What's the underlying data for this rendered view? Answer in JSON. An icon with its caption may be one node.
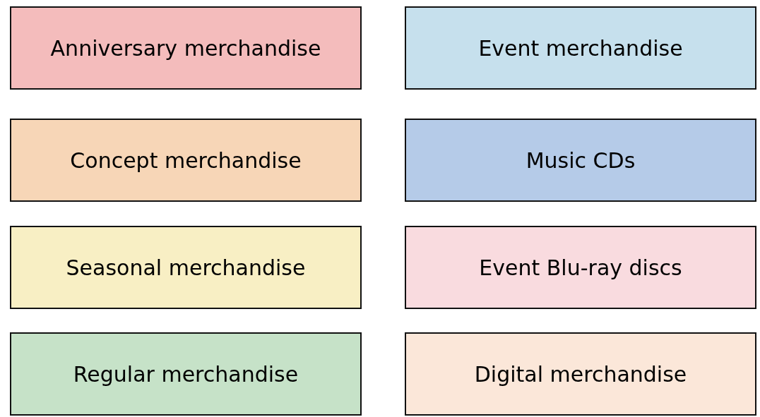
{
  "diagram": {
    "nodes": [
      {
        "text": [
          "Anniversary merchandise"
        ]
      },
      {
        "text": [
          "Event merchandise"
        ]
      },
      {
        "text": [
          "Concept merchandise"
        ]
      },
      {
        "text": [
          "Music CDs"
        ]
      },
      {
        "text": [
          "Seasonal merchandise"
        ]
      },
      {
        "text": [
          "Event Blu-ray discs"
        ]
      },
      {
        "text": [
          "Regular merchandise"
        ]
      },
      {
        "text": [
          "Digital merchandise"
        ]
      }
    ]
  }
}
